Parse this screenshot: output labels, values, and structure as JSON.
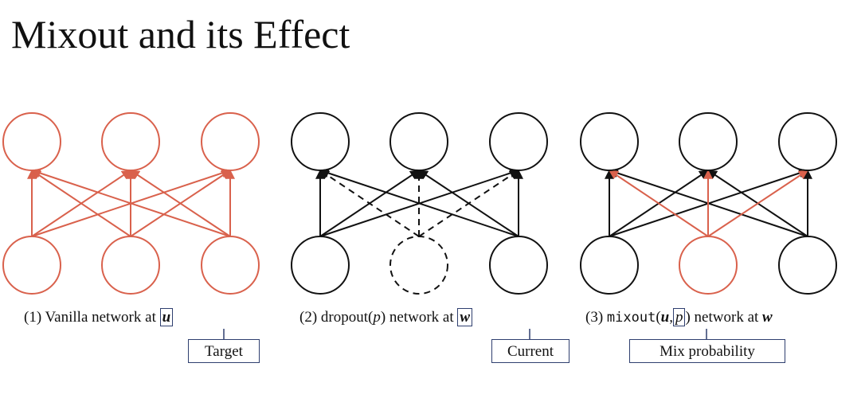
{
  "title": "Mixout and its Effect",
  "colors": {
    "vanilla": "#d9614c",
    "black": "#111111",
    "callout_border": "#2f3f6f"
  },
  "panels": [
    {
      "caption_prefix": "(1) Vanilla network at",
      "caption_var": "u",
      "callout": "Target"
    },
    {
      "caption_prefix": "(2) dropout(",
      "caption_p": "p",
      "caption_mid": ") network at",
      "caption_var": "w",
      "callout": "Current"
    },
    {
      "caption_prefix": "(3)",
      "caption_func": "mixout",
      "caption_open": "(",
      "caption_u": "u",
      "caption_comma": ",",
      "caption_p": "p",
      "caption_mid": ") network at",
      "caption_var": "w",
      "callout": "Mix probability"
    }
  ]
}
